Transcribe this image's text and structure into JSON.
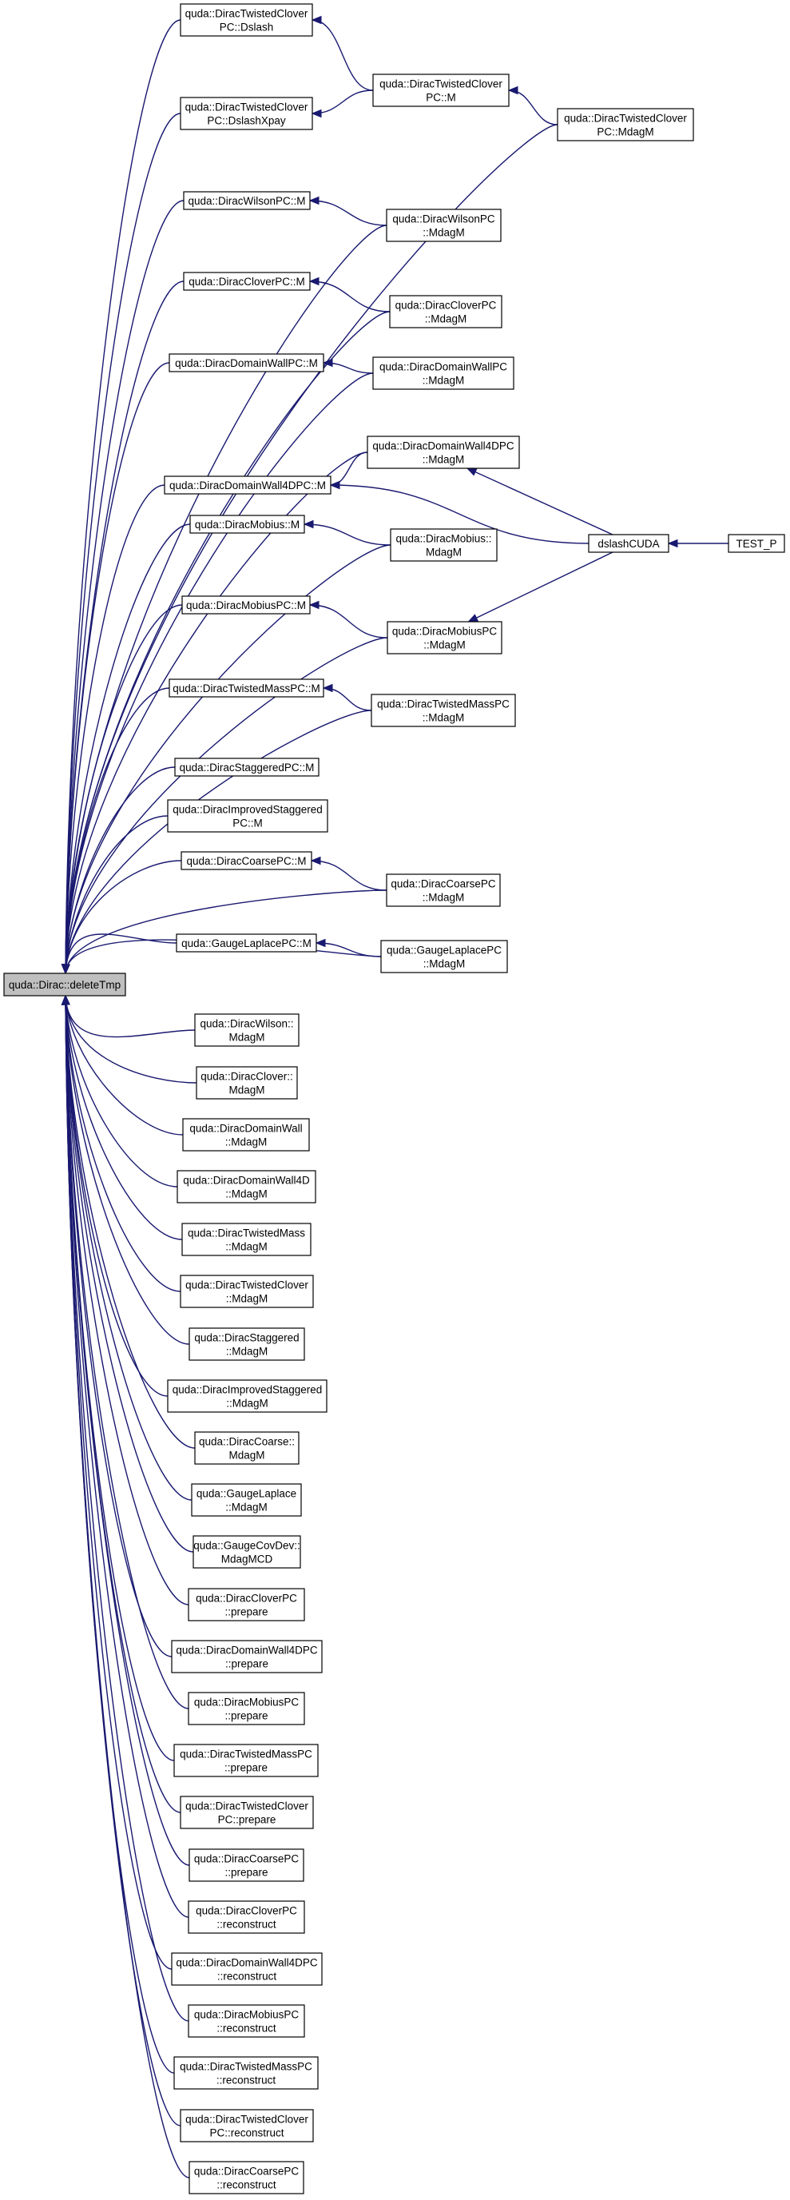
{
  "diagram": {
    "root": {
      "id": "deleteTmp",
      "lines": [
        "quda::Dirac::deleteTmp"
      ]
    },
    "nodes": [
      {
        "id": "twcl_dslash",
        "lines": [
          "quda::DiracTwistedClover",
          "PC::Dslash"
        ]
      },
      {
        "id": "twcl_dslashxpay",
        "lines": [
          "quda::DiracTwistedClover",
          "PC::DslashXpay"
        ]
      },
      {
        "id": "twcl_m",
        "lines": [
          "quda::DiracTwistedClover",
          "PC::M"
        ]
      },
      {
        "id": "twcl_mdagm",
        "lines": [
          "quda::DiracTwistedClover",
          "PC::MdagM"
        ]
      },
      {
        "id": "wilsonpc_m",
        "lines": [
          "quda::DiracWilsonPC::M"
        ]
      },
      {
        "id": "wilsonpc_mdagm",
        "lines": [
          "quda::DiracWilsonPC",
          "::MdagM"
        ]
      },
      {
        "id": "cloverpc_m",
        "lines": [
          "quda::DiracCloverPC::M"
        ]
      },
      {
        "id": "cloverpc_mdagm",
        "lines": [
          "quda::DiracCloverPC",
          "::MdagM"
        ]
      },
      {
        "id": "dwpc_m",
        "lines": [
          "quda::DiracDomainWallPC::M"
        ]
      },
      {
        "id": "dwpc_mdagm",
        "lines": [
          "quda::DiracDomainWallPC",
          "::MdagM"
        ]
      },
      {
        "id": "dw4dpc_mdagm",
        "lines": [
          "quda::DiracDomainWall4DPC",
          "::MdagM"
        ]
      },
      {
        "id": "dw4dpc_m",
        "lines": [
          "quda::DiracDomainWall4DPC::M"
        ]
      },
      {
        "id": "dslashcuda",
        "lines": [
          "dslashCUDA"
        ]
      },
      {
        "id": "test_p",
        "lines": [
          "TEST_P"
        ]
      },
      {
        "id": "mobius_m",
        "lines": [
          "quda::DiracMobius::M"
        ]
      },
      {
        "id": "mobius_mdagm",
        "lines": [
          "quda::DiracMobius::",
          "MdagM"
        ]
      },
      {
        "id": "mobiuspc_m",
        "lines": [
          "quda::DiracMobiusPC::M"
        ]
      },
      {
        "id": "mobiuspc_mdagm",
        "lines": [
          "quda::DiracMobiusPC",
          "::MdagM"
        ]
      },
      {
        "id": "tmpc_m",
        "lines": [
          "quda::DiracTwistedMassPC::M"
        ]
      },
      {
        "id": "tmpc_mdagm",
        "lines": [
          "quda::DiracTwistedMassPC",
          "::MdagM"
        ]
      },
      {
        "id": "stagpc_m",
        "lines": [
          "quda::DiracStaggeredPC::M"
        ]
      },
      {
        "id": "impstagpc_m",
        "lines": [
          "quda::DiracImprovedStaggered",
          "PC::M"
        ]
      },
      {
        "id": "coarsepc_m",
        "lines": [
          "quda::DiracCoarsePC::M"
        ]
      },
      {
        "id": "coarsepc_mdagm",
        "lines": [
          "quda::DiracCoarsePC",
          "::MdagM"
        ]
      },
      {
        "id": "glpc_m",
        "lines": [
          "quda::GaugeLaplacePC::M"
        ]
      },
      {
        "id": "glpc_mdagm",
        "lines": [
          "quda::GaugeLaplacePC",
          "::MdagM"
        ]
      },
      {
        "id": "wilson_mdagm",
        "lines": [
          "quda::DiracWilson::",
          "MdagM"
        ]
      },
      {
        "id": "clover_mdagm",
        "lines": [
          "quda::DiracClover::",
          "MdagM"
        ]
      },
      {
        "id": "dw_mdagm",
        "lines": [
          "quda::DiracDomainWall",
          "::MdagM"
        ]
      },
      {
        "id": "dw4d_mdagm",
        "lines": [
          "quda::DiracDomainWall4D",
          "::MdagM"
        ]
      },
      {
        "id": "tm_mdagm",
        "lines": [
          "quda::DiracTwistedMass",
          "::MdagM"
        ]
      },
      {
        "id": "twcl_plain_mdagm",
        "lines": [
          "quda::DiracTwistedClover",
          "::MdagM"
        ]
      },
      {
        "id": "stag_mdagm",
        "lines": [
          "quda::DiracStaggered",
          "::MdagM"
        ]
      },
      {
        "id": "impstag_mdagm",
        "lines": [
          "quda::DiracImprovedStaggered",
          "::MdagM"
        ]
      },
      {
        "id": "coarse_mdagm",
        "lines": [
          "quda::DiracCoarse::",
          "MdagM"
        ]
      },
      {
        "id": "gl_mdagm",
        "lines": [
          "quda::GaugeLaplace",
          "::MdagM"
        ]
      },
      {
        "id": "gcd_mdagmcd",
        "lines": [
          "quda::GaugeCovDev::",
          "MdagMCD"
        ]
      },
      {
        "id": "cloverpc_prepare",
        "lines": [
          "quda::DiracCloverPC",
          "::prepare"
        ]
      },
      {
        "id": "dw4dpc_prepare",
        "lines": [
          "quda::DiracDomainWall4DPC",
          "::prepare"
        ]
      },
      {
        "id": "mobiuspc_prepare",
        "lines": [
          "quda::DiracMobiusPC",
          "::prepare"
        ]
      },
      {
        "id": "tmpc_prepare",
        "lines": [
          "quda::DiracTwistedMassPC",
          "::prepare"
        ]
      },
      {
        "id": "twclpc_prepare",
        "lines": [
          "quda::DiracTwistedClover",
          "PC::prepare"
        ]
      },
      {
        "id": "coarsepc_prepare",
        "lines": [
          "quda::DiracCoarsePC",
          "::prepare"
        ]
      },
      {
        "id": "cloverpc_reconstruct",
        "lines": [
          "quda::DiracCloverPC",
          "::reconstruct"
        ]
      },
      {
        "id": "dw4dpc_reconstruct",
        "lines": [
          "quda::DiracDomainWall4DPC",
          "::reconstruct"
        ]
      },
      {
        "id": "mobiuspc_reconstruct",
        "lines": [
          "quda::DiracMobiusPC",
          "::reconstruct"
        ]
      },
      {
        "id": "tmpc_reconstruct",
        "lines": [
          "quda::DiracTwistedMassPC",
          "::reconstruct"
        ]
      },
      {
        "id": "twclpc_reconstruct",
        "lines": [
          "quda::DiracTwistedClover",
          "PC::reconstruct"
        ]
      },
      {
        "id": "coarsepc_reconstruct",
        "lines": [
          "quda::DiracCoarsePC",
          "::reconstruct"
        ]
      }
    ],
    "edges": [
      {
        "from": "twcl_m",
        "to": "twcl_dslash"
      },
      {
        "from": "twcl_mdagm",
        "to": "twcl_m"
      },
      {
        "from": "twcl_m",
        "to": "twcl_dslashxpay"
      },
      {
        "from": "wilsonpc_mdagm",
        "to": "wilsonpc_m"
      },
      {
        "from": "cloverpc_mdagm",
        "to": "cloverpc_m"
      },
      {
        "from": "dwpc_mdagm",
        "to": "dwpc_m"
      },
      {
        "from": "dw4dpc_mdagm",
        "to": "dw4dpc_m"
      },
      {
        "from": "dslashcuda",
        "to": "dw4dpc_m"
      },
      {
        "from": "dslashcuda",
        "to": "dw4dpc_mdagm"
      },
      {
        "from": "test_p",
        "to": "dslashcuda"
      },
      {
        "from": "mobius_mdagm",
        "to": "mobius_m"
      },
      {
        "from": "mobiuspc_mdagm",
        "to": "mobiuspc_m"
      },
      {
        "from": "dslashcuda",
        "to": "mobiuspc_mdagm"
      },
      {
        "from": "tmpc_mdagm",
        "to": "tmpc_m"
      },
      {
        "from": "coarsepc_mdagm",
        "to": "coarsepc_m"
      },
      {
        "from": "glpc_mdagm",
        "to": "glpc_m"
      }
    ]
  },
  "colors": {
    "edge": "#191970",
    "root_fill": "#bfbfbf",
    "node_fill": "#ffffff",
    "node_border": "#000000"
  }
}
